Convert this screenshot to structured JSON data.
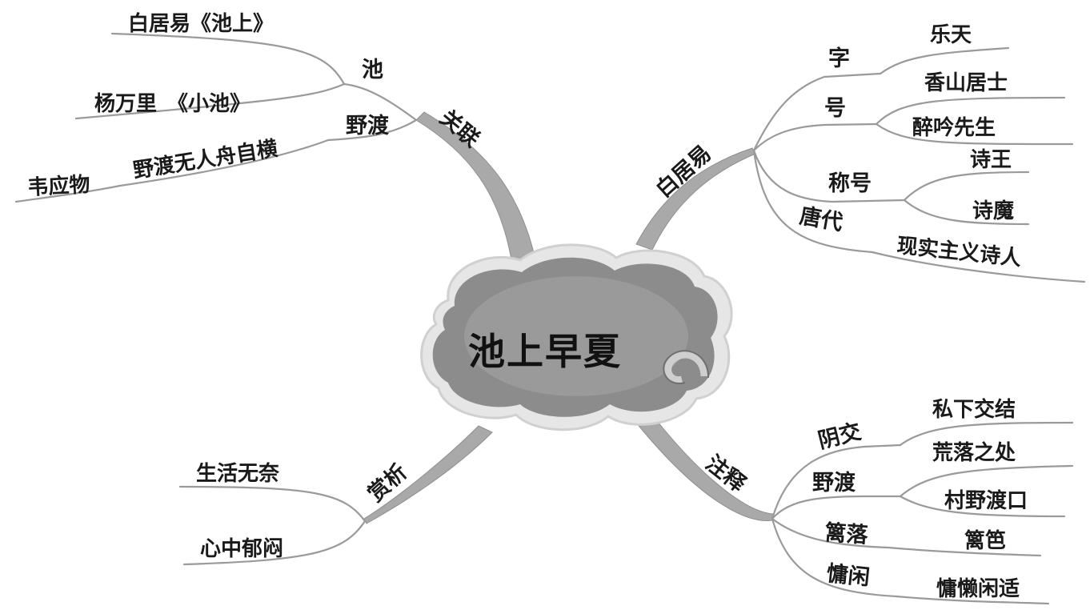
{
  "center": {
    "title": "池上早夏"
  },
  "branches": {
    "guanlian": {
      "label": "关联",
      "chi": {
        "label": "池",
        "leaves": [
          "白居易《池上》",
          "杨万里　《小池》"
        ]
      },
      "yedu": {
        "label": "野渡",
        "leaves": [
          "野渡无人舟自横",
          "韦应物"
        ]
      }
    },
    "baijuyi": {
      "label": "白居易",
      "zi": {
        "label": "字",
        "leaves": [
          "乐天"
        ]
      },
      "hao": {
        "label": "号",
        "leaves": [
          "香山居士",
          "醉吟先生"
        ]
      },
      "chenghao": {
        "label": "称号",
        "leaves": [
          "诗王",
          "诗魔"
        ]
      },
      "tangdai": {
        "label": "唐代",
        "leaves": [
          "现实主义诗人"
        ]
      }
    },
    "shangxi": {
      "label": "赏析",
      "leaves": [
        "生活无奈",
        "心中郁闷"
      ]
    },
    "zhushi": {
      "label": "注释",
      "yinjiao": {
        "label": "阴交",
        "leaves": [
          "私下交结"
        ]
      },
      "yedu": {
        "label": "野渡",
        "leaves": [
          "荒落之处",
          "村野渡口"
        ]
      },
      "liluo": {
        "label": "篱落",
        "leaves": [
          "篱笆"
        ]
      },
      "yongxian": {
        "label": "慵闲",
        "leaves": [
          "慵懒闲适"
        ]
      }
    }
  }
}
